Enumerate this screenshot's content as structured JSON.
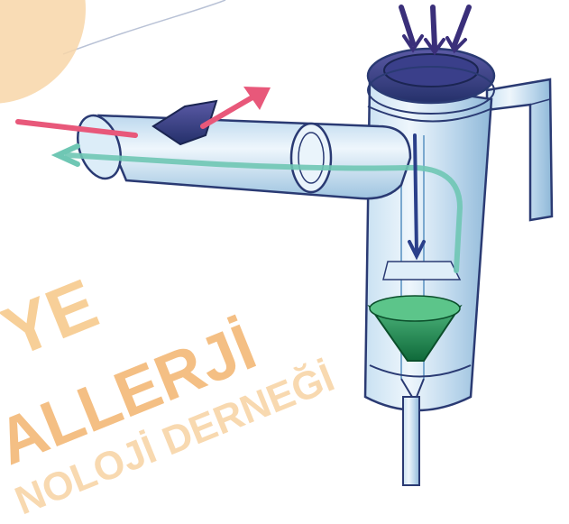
{
  "watermark": {
    "line1": "YE",
    "line2": "ALLERJİ",
    "line3": "NOLOJİ DERNEĞİ"
  },
  "colors": {
    "watermark_orange": "#f3b774",
    "tube_blue": "#a9cde6",
    "outline_navy": "#2a3a73",
    "medicine_green": "#1f8a52",
    "exhale_teal": "#6fc7b4",
    "inhale_pink": "#e8587a",
    "valve_purple": "#3a2f7a"
  },
  "icons": [
    "nebulizer-illustration",
    "inflow-arrows-icon",
    "exhale-arrow-icon",
    "inhale-arrow-icon",
    "airflow-path-icon"
  ]
}
